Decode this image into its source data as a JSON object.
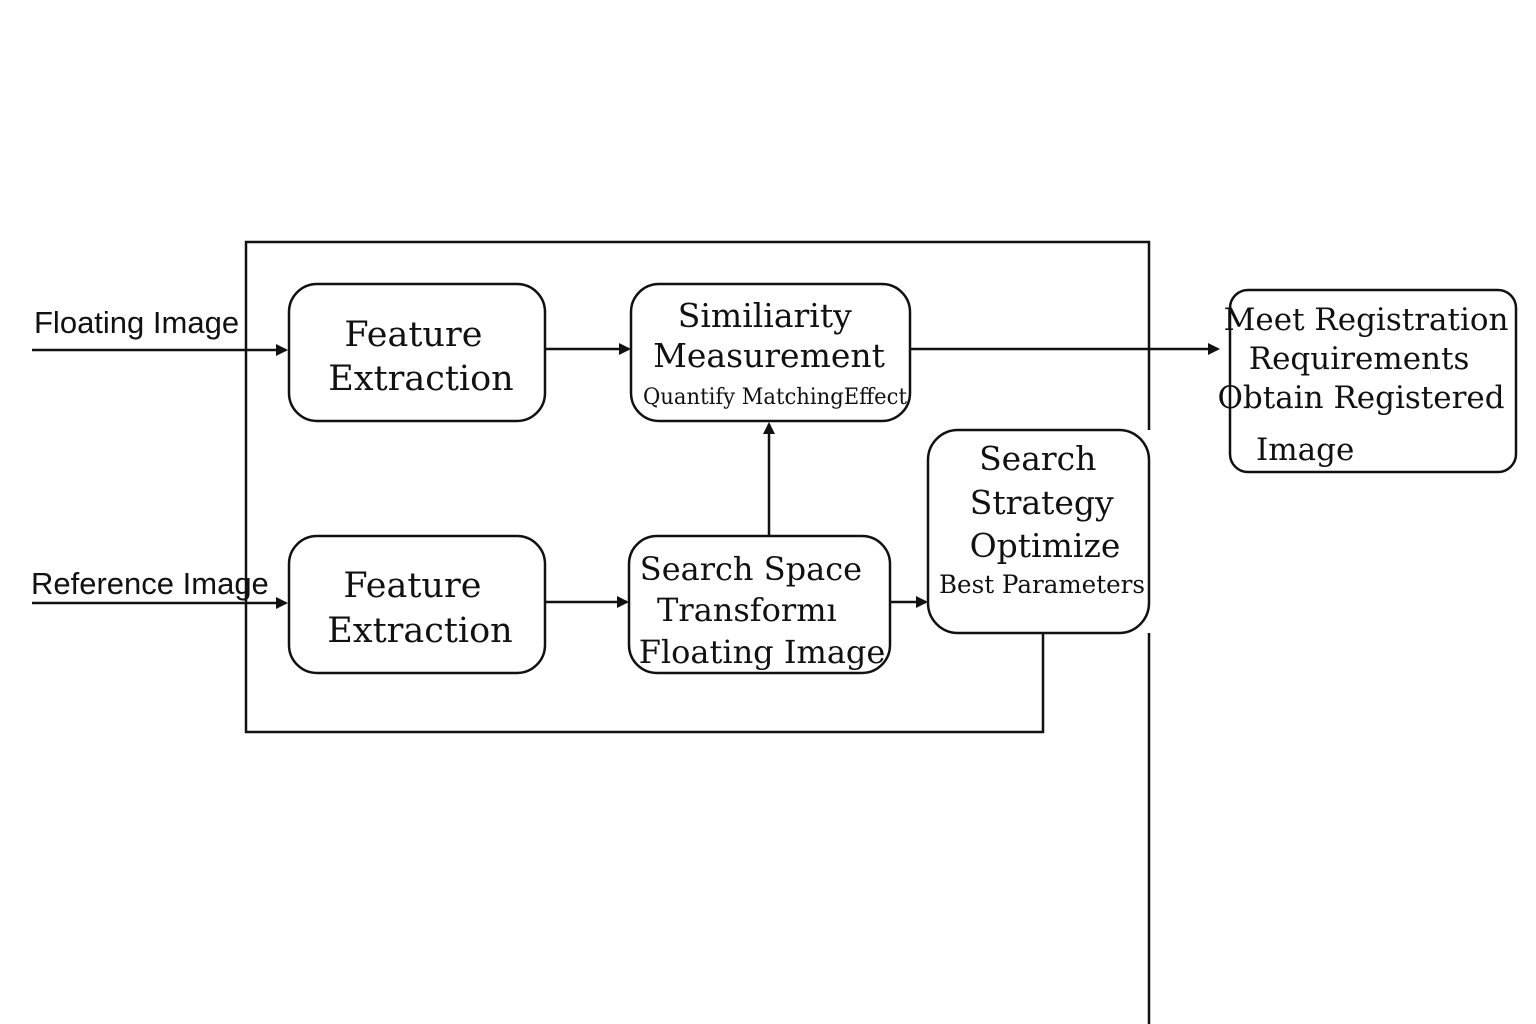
{
  "inputs": {
    "floating": "Floating Image",
    "reference": "Reference Image"
  },
  "nodes": {
    "feature_top": {
      "lines": [
        "Feature",
        "Extraction"
      ]
    },
    "feature_bottom": {
      "lines": [
        "Feature",
        "Extraction"
      ]
    },
    "similarity": {
      "lines": [
        "Similiarity",
        "Measurement"
      ],
      "note": "Quantify MatchingEffect"
    },
    "search_space": {
      "lines": [
        "Search Space",
        "Transformı",
        "Floating Image"
      ]
    },
    "search_strategy": {
      "lines": [
        "Search",
        "Strategy",
        "Optimize"
      ],
      "note": "Best Parameters"
    },
    "output": {
      "lines": [
        "Meet Registration",
        "Requirements",
        "Obtain Registered",
        "Image"
      ]
    }
  }
}
